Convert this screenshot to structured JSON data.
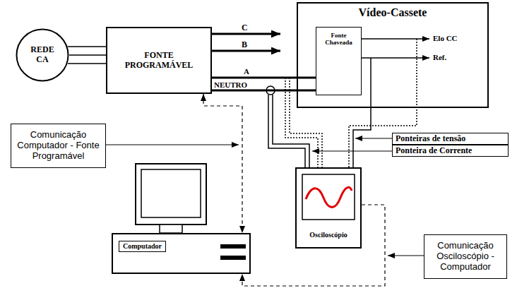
{
  "diagram": {
    "nodes": [
      {
        "text": [
          "REDE CA"
        ]
      },
      {
        "text": [
          "FONTE PROGRAMÁVEL"
        ]
      },
      {
        "text": [
          "Vídeo-Cassete"
        ]
      },
      {
        "text": [
          "Fonte Chaveada"
        ],
        "in": 2
      },
      {
        "text": [
          "Comunicação Computador - Fonte Programável"
        ]
      },
      {
        "text": [
          "Ponteiras de tensão"
        ]
      },
      {
        "text": [
          "Ponteira de Corrente"
        ]
      },
      {
        "text": [
          "Osciloscópio"
        ]
      },
      {
        "text": [
          "Computador"
        ]
      },
      {
        "text": [
          "Comunicação Osciloscópio - Computador"
        ]
      }
    ],
    "edges": [
      {
        "from": 0,
        "to": 1,
        "arrow": "none"
      },
      {
        "from": 1,
        "to": 3,
        "label": "A",
        "arrow": "none"
      },
      {
        "from": 1,
        "to": 3,
        "label": "NEUTRO",
        "arrow": "none"
      },
      {
        "from": 1,
        "to": 8,
        "arrow": "both"
      },
      {
        "from": 7,
        "to": 8,
        "arrow": "to"
      }
    ],
    "labels": [
      "C",
      "B",
      "Elo CC",
      "Ref."
    ]
  }
}
